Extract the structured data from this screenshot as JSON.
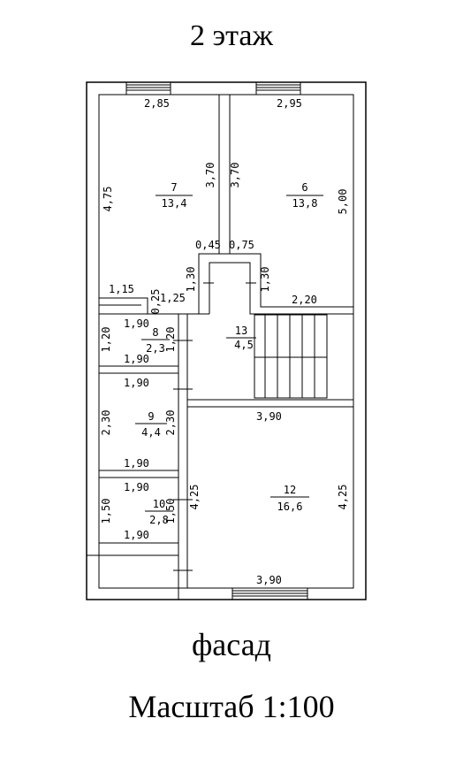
{
  "title": "2 этаж",
  "footer": {
    "facade": "фасад",
    "scale": "Масштаб 1:100"
  },
  "rooms": {
    "r7": {
      "number": "7",
      "area": "13,4"
    },
    "r6": {
      "number": "6",
      "area": "13,8"
    },
    "r8": {
      "number": "8",
      "area": "2,3"
    },
    "r13": {
      "number": "13",
      "area": "4,5"
    },
    "r9": {
      "number": "9",
      "area": "4,4"
    },
    "r12": {
      "number": "12",
      "area": "16,6"
    },
    "r10": {
      "number": "10",
      "area": "2,8"
    }
  },
  "dims": {
    "d_285": "2,85",
    "d_295": "2,95",
    "d_475": "4,75",
    "d_370a": "3,70",
    "d_370b": "3,70",
    "d_500": "5,00",
    "d_045": "0,45",
    "d_075": "0,75",
    "d_130a": "1,30",
    "d_130b": "1,30",
    "d_115": "1,15",
    "d_025": "0,25",
    "d_125": "1,25",
    "d_220": "2,20",
    "d_190a": "1,90",
    "d_120a": "1,20",
    "d_120b": "1,20",
    "d_190b": "1,90",
    "d_190c": "1,90",
    "d_230a": "2,30",
    "d_230b": "2,30",
    "d_390a": "3,90",
    "d_190d": "1,90",
    "d_190e": "1,90",
    "d_425a": "4,25",
    "d_425b": "4,25",
    "d_150a": "1,50",
    "d_150b": "1,50",
    "d_190f": "1,90",
    "d_390b": "3,90"
  }
}
